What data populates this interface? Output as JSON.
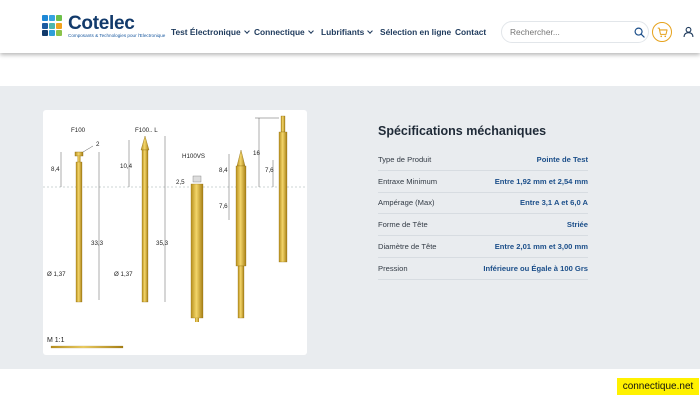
{
  "brand": {
    "name": "Cotelec",
    "tagline": "Composants & Technologies pour l'Electronique",
    "colors": [
      "#1e88d6",
      "#36a3e0",
      "#6cc04a",
      "#1b5aa0",
      "#4db6ac",
      "#f2a21c",
      "#123a6b",
      "#2e9fd8",
      "#8bc34a"
    ]
  },
  "nav": {
    "items": [
      {
        "label": "Test Électronique",
        "dropdown": true
      },
      {
        "label": "Connectique",
        "dropdown": true
      },
      {
        "label": "Lubrifiants",
        "dropdown": true
      },
      {
        "label": "Sélection en ligne",
        "dropdown": false
      },
      {
        "label": "Contact",
        "dropdown": false
      }
    ]
  },
  "search": {
    "placeholder": "Rechercher...",
    "icon": "search-icon"
  },
  "icons": {
    "cart": "cart-icon",
    "user": "user-icon"
  },
  "diagram": {
    "labels": {
      "f100": "F100",
      "f100l": "F100.. L",
      "h100vs": "H100VS",
      "d2": "2",
      "d84a": "8,4",
      "d104": "10,4",
      "d25": "2,5",
      "d84b": "8,4",
      "d16": "16",
      "d76a": "7,6",
      "d76b": "7,6",
      "d333": "33,3",
      "d353": "35,3",
      "dia1": "Ø 1,37",
      "dia2": "Ø 1,37",
      "scale": "M 1:1"
    }
  },
  "specs": {
    "title": "Spécifications méchaniques",
    "rows": [
      {
        "label": "Type de Produit",
        "value": "Pointe de Test"
      },
      {
        "label": "Entraxe Minimum",
        "value": "Entre 1,92 mm et 2,54 mm"
      },
      {
        "label": "Ampérage (Max)",
        "value": "Entre 3,1 A et 6,0 A"
      },
      {
        "label": "Forme de Tête",
        "value": "Striée"
      },
      {
        "label": "Diamètre de Tête",
        "value": "Entre 2,01 mm et 3,00 mm"
      },
      {
        "label": "Pression",
        "value": "Inférieure ou Égale à 100 Grs"
      }
    ]
  },
  "watermark": "connectique.net"
}
